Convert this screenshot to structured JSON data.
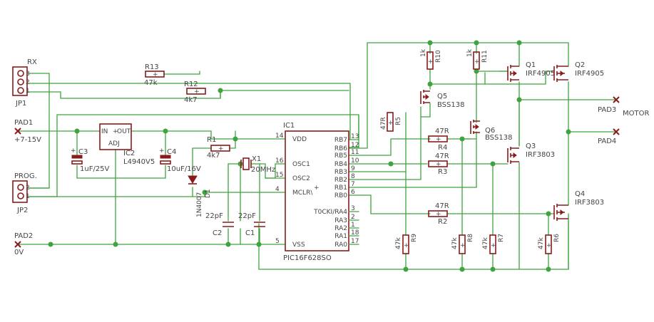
{
  "connectors": {
    "jp1": {
      "name": "RX",
      "ref": "JP1",
      "pins": [
        "3",
        "2",
        "1"
      ]
    },
    "jp2": {
      "name": "PROG.",
      "ref": "JP2",
      "pins": [
        "2",
        "1"
      ]
    }
  },
  "pads": {
    "pad1": {
      "ref": "PAD1",
      "label": "+7-15V"
    },
    "pad2": {
      "ref": "PAD2",
      "label": "0V"
    },
    "pad3": {
      "ref": "PAD3"
    },
    "pad4": {
      "ref": "PAD4"
    },
    "motor": "MOTOR"
  },
  "regulator": {
    "ref": "IC2",
    "part": "L4940V5",
    "in": "IN",
    "out": "OUT",
    "adj": "ADJ"
  },
  "capacitors": {
    "c1": {
      "ref": "C1",
      "value": "22pF"
    },
    "c2": {
      "ref": "C2",
      "value": "22pF"
    },
    "c3": {
      "ref": "C3",
      "value": "1uF/25V"
    },
    "c4": {
      "ref": "C4",
      "value": "10uF/16V"
    }
  },
  "resistors": {
    "r1": {
      "ref": "R1",
      "value": "4k7"
    },
    "r2": {
      "ref": "R2",
      "value": "47R"
    },
    "r3": {
      "ref": "R3",
      "value": "47R"
    },
    "r4": {
      "ref": "R4",
      "value": "47R"
    },
    "r5": {
      "ref": "R5",
      "value": "47R"
    },
    "r6": {
      "ref": "R6",
      "value": "47k"
    },
    "r7": {
      "ref": "R7",
      "value": "47k"
    },
    "r8": {
      "ref": "R8",
      "value": "47k"
    },
    "r9": {
      "ref": "R9",
      "value": "47k"
    },
    "r10": {
      "ref": "R10",
      "value": "1k"
    },
    "r11": {
      "ref": "R11",
      "value": "1k"
    },
    "r12": {
      "ref": "R12",
      "value": "4k7"
    },
    "r13": {
      "ref": "R13",
      "value": "47k"
    }
  },
  "diode": {
    "ref": "D1",
    "part": "1N4007"
  },
  "crystal": {
    "ref": "X1",
    "value": "20MHz"
  },
  "mcu": {
    "ref": "IC1",
    "part": "PIC16F628SO",
    "left_pins": [
      {
        "num": "14",
        "name": "VDD"
      },
      {
        "num": "16",
        "name": "OSC1"
      },
      {
        "num": "15",
        "name": "OSC2"
      },
      {
        "num": "4",
        "name": "MCLR\\"
      },
      {
        "num": "5",
        "name": "VSS"
      }
    ],
    "right_pins": [
      {
        "num": "13",
        "name": "RB7"
      },
      {
        "num": "12",
        "name": "RB6"
      },
      {
        "num": "11",
        "name": "RB5"
      },
      {
        "num": "10",
        "name": "RB4"
      },
      {
        "num": "9",
        "name": "RB3"
      },
      {
        "num": "8",
        "name": "RB2"
      },
      {
        "num": "7",
        "name": "RB1"
      },
      {
        "num": "6",
        "name": "RB0"
      },
      {
        "num": "3",
        "name": "T0CKI/RA4"
      },
      {
        "num": "2",
        "name": "RA3"
      },
      {
        "num": "1",
        "name": "RA2"
      },
      {
        "num": "18",
        "name": "RA1"
      },
      {
        "num": "17",
        "name": "RA0"
      }
    ]
  },
  "transistors": {
    "q1": {
      "ref": "Q1",
      "part": "IRF4905"
    },
    "q2": {
      "ref": "Q2",
      "part": "IRF4905"
    },
    "q3": {
      "ref": "Q3",
      "part": "IRF3803"
    },
    "q4": {
      "ref": "Q4",
      "part": "IRF3803"
    },
    "q5": {
      "ref": "Q5",
      "part": "BSS138"
    },
    "q6": {
      "ref": "Q6",
      "part": "BSS138"
    }
  },
  "colors": {
    "wire": "#3fa33f",
    "part": "#8b1a1a",
    "text": "#444444",
    "background": "#ffffff"
  }
}
